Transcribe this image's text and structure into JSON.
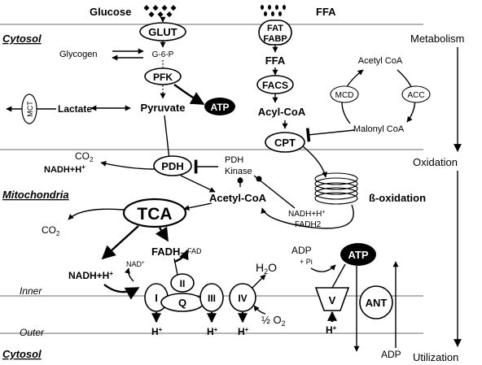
{
  "sections": {
    "cytosol_top": "Cytosol",
    "mitochondria": "Mitochondria",
    "inner": "Inner",
    "outer": "Outer",
    "cytosol_bottom": "Cytosol"
  },
  "stages": {
    "metabolism": "Metabolism",
    "oxidation": "Oxidation",
    "utilization": "Utilization"
  },
  "glycolysis": {
    "glucose": "Glucose",
    "glut": "GLUT",
    "glycogen": "Glycogen",
    "g6p": "G-6-P",
    "pfk": "PFK",
    "pyruvate": "Pyruvate",
    "atp": "ATP",
    "lactate": "Lactate",
    "mct": "MCT"
  },
  "fatty_acid": {
    "ffa_in": "FFA",
    "fat": "FAT",
    "fabp": "FABP",
    "ffa": "FFA",
    "facs": "FACS",
    "acyl_coa": "Acyl-CoA",
    "cpt": "CPT",
    "acetyl_coa_cyt": "Acetyl CoA",
    "mcd": "MCD",
    "acc": "ACC",
    "malonyl_coa": "Malonyl CoA"
  },
  "oxidation": {
    "co2_top": "CO",
    "co2_top_sub": "2",
    "nadh_top": "NADH+H",
    "nadh_top_sup": "+",
    "pdh": "PDH",
    "pdh_kinase_1": "PDH",
    "pdh_kinase_2": "Kinase",
    "acetyl_coa": "Acetyl-CoA",
    "beta_ox": "ß-oxidation",
    "nadh_beta": "NADH+H",
    "nadh_beta_sup": "+",
    "fadh2_beta": "FADH2",
    "tca": "TCA",
    "co2_tca": "CO",
    "co2_tca_sub": "2"
  },
  "etc": {
    "fadh2": "FADH",
    "fadh2_sub": "2",
    "fad": "FAD",
    "nadh": "NADH+H",
    "nadh_sup": "+",
    "nad": "NAD",
    "nad_sup": "+",
    "c1": "I",
    "c2": "II",
    "cq": "Q",
    "c3": "III",
    "c4": "IV",
    "h2o": "H",
    "h2o_sub": "2",
    "h2o_end": "O",
    "half_o2": "½ O",
    "half_o2_sub": "2",
    "adp_top": "ADP",
    "pi": "+ Pi",
    "atp": "ATP",
    "v": "V",
    "ant": "ANT",
    "adp_bottom": "ADP",
    "h1": "H",
    "h1_sup": "+",
    "h2": "H",
    "h2_sup": "+",
    "h3": "H",
    "h3_sup": "+",
    "h4": "H",
    "h4_sup": "+"
  }
}
